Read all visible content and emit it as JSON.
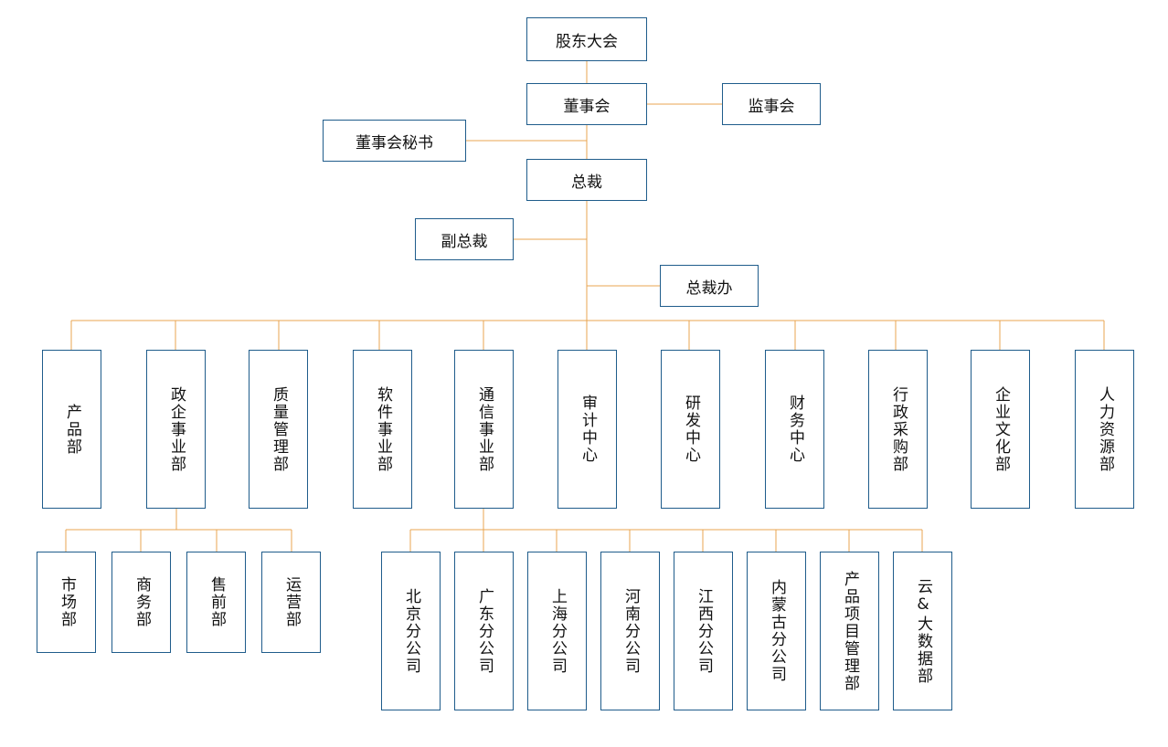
{
  "colors": {
    "box_border": "#1f5c8b",
    "connector": "#e8a450",
    "text": "#111111"
  },
  "top": {
    "shareholders": "股东大会",
    "board": "董事会",
    "supervisors": "监事会",
    "board_secretary": "董事会秘书",
    "president": "总裁",
    "vice_president": "副总裁",
    "president_office": "总裁办"
  },
  "departments": [
    "产品部",
    "政企事业部",
    "质量管理部",
    "软件事业部",
    "通信事业部",
    "审计中心",
    "研发中心",
    "财务中心",
    "行政采购部",
    "企业文化部",
    "人力资源部"
  ],
  "gov_sub": [
    "市场部",
    "商务部",
    "售前部",
    "运营部"
  ],
  "comm_sub": [
    "北京分公司",
    "广东分公司",
    "上海分公司",
    "河南分公司",
    "江西分公司",
    "内蒙古分公司",
    "产品项目管理部",
    "云&大数据部"
  ]
}
